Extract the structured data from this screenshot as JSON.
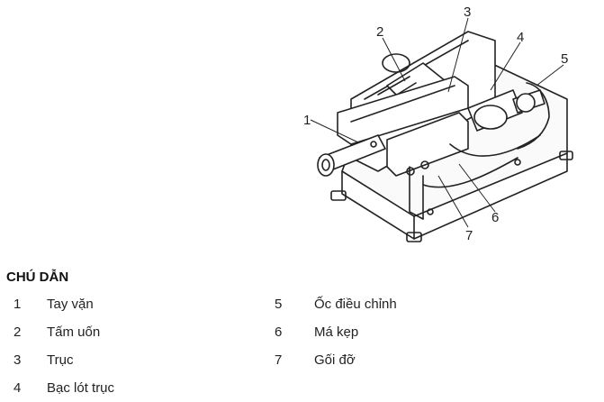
{
  "figure": {
    "callouts": [
      "1",
      "2",
      "3",
      "4",
      "5",
      "6",
      "7"
    ]
  },
  "legend": {
    "title": "CHÚ DẪN",
    "left": [
      {
        "num": "1",
        "label": "Tay vặn"
      },
      {
        "num": "2",
        "label": "Tấm uốn"
      },
      {
        "num": "3",
        "label": "Trục"
      },
      {
        "num": "4",
        "label": "Bạc lót trục"
      }
    ],
    "right": [
      {
        "num": "5",
        "label": "Ốc điều chỉnh"
      },
      {
        "num": "6",
        "label": "Má kẹp"
      },
      {
        "num": "7",
        "label": "Gối đỡ"
      }
    ]
  }
}
